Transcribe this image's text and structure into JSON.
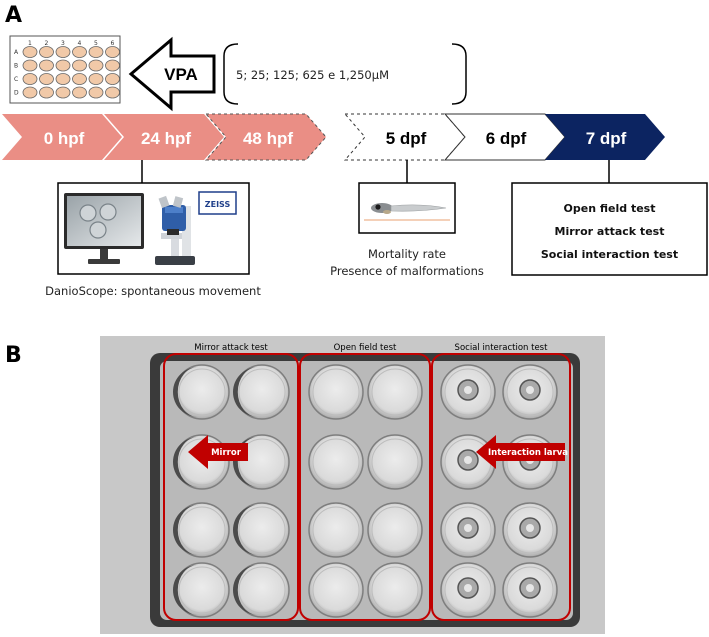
{
  "panels": {
    "a": "A",
    "b": "B"
  },
  "treatment": {
    "drug_label": "VPA",
    "concentrations": "5; 25; 125; 625 e 1,250µM",
    "plate_columns": [
      "1",
      "2",
      "3",
      "4",
      "5",
      "6"
    ],
    "plate_rows": [
      "A",
      "B",
      "C",
      "D"
    ]
  },
  "timeline": {
    "stages": [
      {
        "label": "0 hpf",
        "style": "solid-salmon"
      },
      {
        "label": "24 hpf",
        "style": "solid-salmon"
      },
      {
        "label": "48 hpf",
        "style": "dashed-salmon"
      },
      {
        "label": "5 dpf",
        "style": "dashed-white"
      },
      {
        "label": "6 dpf",
        "style": "solid-white"
      },
      {
        "label": "7 dpf",
        "style": "solid-navy"
      }
    ]
  },
  "danioscope": {
    "caption": "DanioScope: spontaneous movement",
    "brand": "ZEISS"
  },
  "mortality": {
    "line1": "Mortality rate",
    "line2": "Presence of malformations"
  },
  "tests": [
    "Open field test",
    "Mirror attack test",
    "Social interaction test"
  ],
  "plate_photo": {
    "column_titles": [
      "Mirror attack test",
      "Open field test",
      "Social interaction test"
    ],
    "mirror_label": "Mirror",
    "interaction_label": "Interaction larva"
  },
  "colors": {
    "salmon": "#ea8e85",
    "navy": "#0c2461",
    "red": "#c00000",
    "photo_bg": "#c8c8c8"
  }
}
